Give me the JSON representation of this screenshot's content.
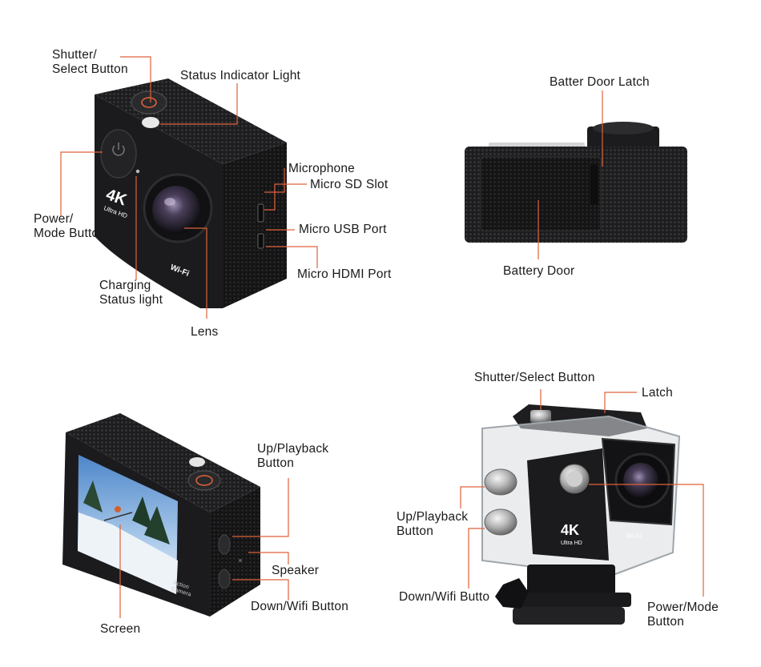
{
  "colors": {
    "leader_line": "#e0623a",
    "camera_body": "#1b1b1d",
    "text": "#1a1a1a",
    "background": "#ffffff"
  },
  "camera_text": {
    "badge_4k": "4K",
    "badge_ultra_hd": "Ultra HD",
    "wifi_mark": "Wi-Fi",
    "action_camera": "Action\nCamera"
  },
  "labels": {
    "front_view": {
      "shutter_select_button": "Shutter/\nSelect Button",
      "status_indicator_light": "Status Indicator Light",
      "power_mode_button": "Power/\nMode Button",
      "microphone": "Microphone",
      "micro_sd_slot": "Micro SD Slot",
      "micro_usb_port": "Micro USB Port",
      "micro_hdmi_port": "Micro HDMI Port",
      "charging_status_light": "Charging\nStatus light",
      "lens": "Lens"
    },
    "bottom_view": {
      "battery_door_latch": "Batter Door Latch",
      "battery_door": "Battery Door"
    },
    "back_view": {
      "up_playback_button": "Up/Playback\nButton",
      "speaker": "Speaker",
      "down_wifi_button": "Down/Wifi Button",
      "screen": "Screen"
    },
    "case_view": {
      "shutter_select_button": "Shutter/Select Button",
      "latch": "Latch",
      "up_playback_button": "Up/Playback\nButton",
      "down_wifi_button": "Down/Wifi Butto",
      "power_mode_button": "Power/Mode\nButton"
    }
  }
}
